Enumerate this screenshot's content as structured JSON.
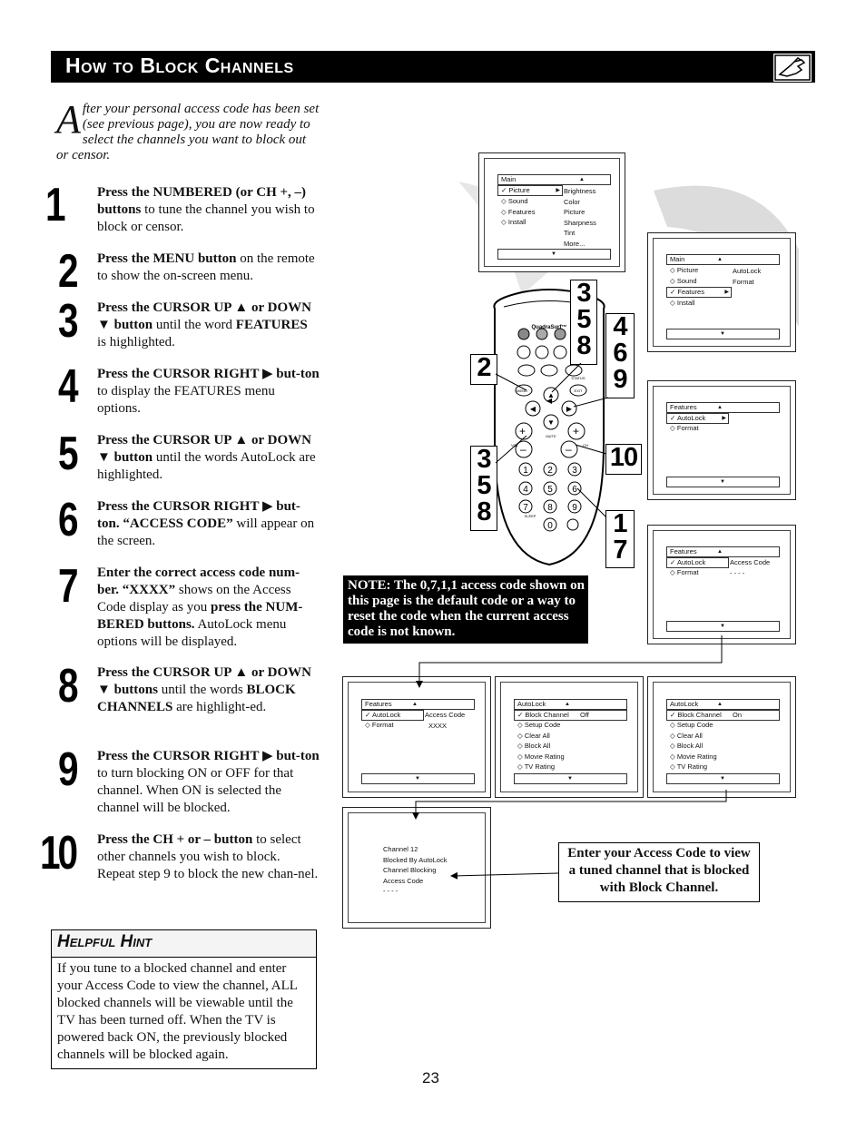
{
  "header": {
    "title": "How to Block Channels",
    "icon": "remote-hand-icon"
  },
  "intro": {
    "drop": "A",
    "text": "fter your personal access code has been set (see previous page), you are now ready to select the channels you want to block out or censor."
  },
  "steps": [
    {
      "num": "1",
      "bold1": "Press the NUMBERED (or CH +, –) buttons",
      "rest1": " to tune the channel you wish to block or censor."
    },
    {
      "num": "2",
      "bold1": "Press the MENU button",
      "rest1": " on the remote to show the on-screen menu."
    },
    {
      "num": "3",
      "bold1": "Press the CURSOR UP ▲ or DOWN ▼ button",
      "rest1": " until the word ",
      "bold2": "FEATURES",
      "rest2": " is highlighted."
    },
    {
      "num": "4",
      "bold1": "Press the CURSOR RIGHT ▶ but-ton",
      "rest1": " to display the FEATURES menu options."
    },
    {
      "num": "5",
      "bold1": "Press the CURSOR UP ▲ or DOWN ▼ button",
      "rest1": " until the words AutoLock are highlighted."
    },
    {
      "num": "6",
      "bold1": "Press the CURSOR RIGHT ▶ but-ton. “ACCESS CODE”",
      "rest1": " will appear on the screen."
    },
    {
      "num": "7",
      "bold1": "Enter the correct access code num-ber. “XXXX”",
      "rest1": " shows on the Access Code display as you ",
      "bold2": "press the NUM-BERED buttons.",
      "rest2": " AutoLock menu options will be displayed."
    },
    {
      "num": "8",
      "bold1": "Press the CURSOR UP ▲ or DOWN ▼ buttons",
      "rest1": " until the words ",
      "bold2": "BLOCK CHANNELS",
      "rest2": " are highlight-ed."
    },
    {
      "num": "9",
      "bold1": "Press the CURSOR RIGHT ▶ but-ton",
      "rest1": " to turn blocking ON or OFF for that channel. When ON is selected the channel will be blocked."
    },
    {
      "num": "10",
      "bold1": "Press the CH + or – button",
      "rest1": " to select other channels you wish to block. Repeat step 9 to block the new chan-nel."
    }
  ],
  "hint": {
    "title": "Helpful Hint",
    "text": "If you tune to a blocked channel and enter your Access Code to view the channel, ALL blocked channels will be viewable until the TV has been turned off. When the TV is powered back ON, the previously blocked channels will be blocked again."
  },
  "note": "NOTE: The 0,7,1,1 access code shown on this page is the default code or a way to reset the code when the current access code is not known.",
  "enter_box": "Enter your Access Code to view a tuned channel that is blocked with Block Channel.",
  "page_number": "23",
  "callouts": {
    "c1": "3\n5\n8",
    "c2": "4\n6\n9",
    "c3": "2",
    "c4": "3\n5\n8",
    "c5": "10",
    "c6": "1\n7"
  },
  "remote": {
    "brand": "QuadraSurf™",
    "vol": "VOL",
    "ch": "CH",
    "mute": "MUTE",
    "menu": "MENU",
    "exit": "EXIT",
    "status": "STATUS",
    "sleep": "SLEEP",
    "keys": [
      "1",
      "2",
      "3",
      "4",
      "5",
      "6",
      "7",
      "8",
      "9",
      "0"
    ]
  },
  "screens": {
    "s1": {
      "title": "Main",
      "items": [
        "Picture",
        "Sound",
        "Features",
        "Install"
      ],
      "right": [
        "Brightness",
        "Color",
        "Picture",
        "Sharpness",
        "Tint",
        "More..."
      ]
    },
    "s2": {
      "title": "Main",
      "items": [
        "Picture",
        "Sound",
        "Features",
        "Install"
      ],
      "right": [
        "AutoLock",
        "Format"
      ]
    },
    "s3": {
      "title": "Features",
      "items": [
        "AutoLock",
        "Format"
      ]
    },
    "s4": {
      "title": "Features",
      "items": [
        "AutoLock",
        "Format"
      ],
      "right": [
        "Access Code",
        "- - - -"
      ]
    },
    "s5": {
      "title": "Features",
      "items": [
        "AutoLock",
        "Format"
      ],
      "right": [
        "Access Code",
        "XXXX"
      ]
    },
    "s6": {
      "title": "AutoLock",
      "items": [
        "Block Channel",
        "Setup Code",
        "Clear All",
        "Block All",
        "Movie Rating",
        "TV Rating"
      ],
      "value": "Off"
    },
    "s7": {
      "title": "AutoLock",
      "items": [
        "Block Channel",
        "Setup Code",
        "Clear All",
        "Block All",
        "Movie Rating",
        "TV Rating"
      ],
      "value": "On"
    },
    "s8": {
      "lines": [
        "Channel 12",
        "Blocked By AutoLock",
        "Channel Blocking",
        "Access Code",
        "- - - -"
      ]
    }
  }
}
